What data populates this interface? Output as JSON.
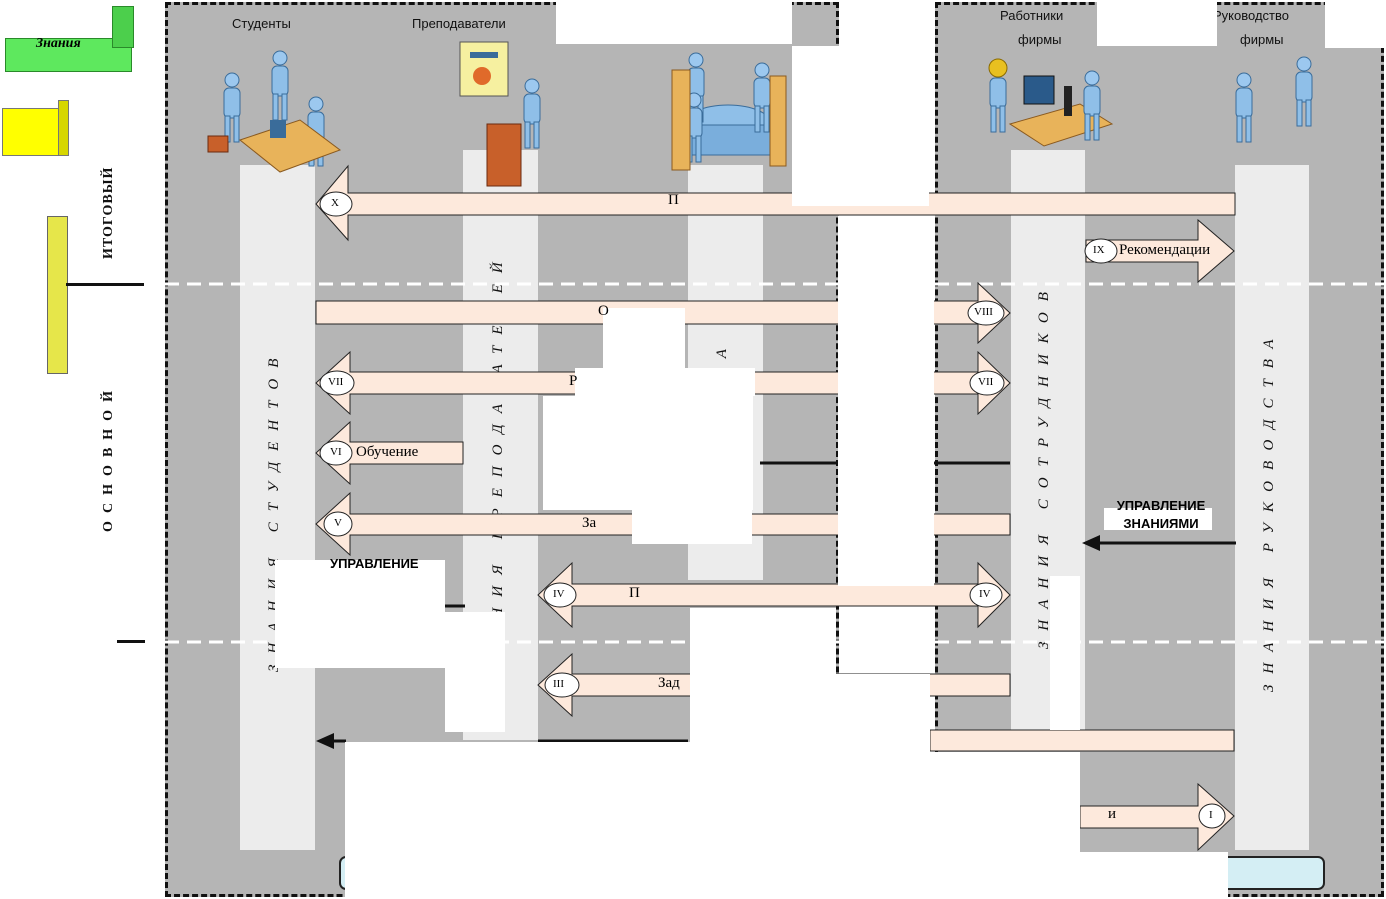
{
  "lanes": {
    "students_head": "Студенты",
    "teachers_head": "Преподаватели",
    "staff_head": "Работники",
    "management_head": "Руководство",
    "staff_sub": "фирмы",
    "management_sub": "фирмы",
    "students_text": "ЗНАНИЯ СТУДЕНТОВ",
    "teachers_text": "ЗНАНИЯ ПРЕПОДАВАТЕЛЕЙ",
    "council_text": "РЕСА",
    "staff_text": "ЗНАНИЯ СОТРУДНИКОВ",
    "management_text": "ЗНАНИЯ РУКОВОДСТВА"
  },
  "legend": {
    "green_label": "Знания",
    "left_word_top": "ИТОГОВЫЙ",
    "left_word_bottom": "ОСНОВНОЙ"
  },
  "arrows": {
    "x": {
      "num": "X",
      "text": "П"
    },
    "ix": {
      "num": "IX",
      "text": "Рекомендации"
    },
    "viii": {
      "num": "VIII",
      "text": "О"
    },
    "vii": {
      "num": "VII",
      "text": "Р"
    },
    "vii_right": {
      "num": "VII"
    },
    "vi": {
      "num": "VI",
      "text": "Обучение"
    },
    "v": {
      "num": "V",
      "text": "За"
    },
    "iv": {
      "num": "IV",
      "text": "П"
    },
    "iv_right": {
      "num": "IV"
    },
    "iii": {
      "num": "III",
      "text": "Зад"
    },
    "i": {
      "num": "I",
      "text": "и"
    }
  },
  "km_labels": {
    "right": "УПРАВЛЕНИЕ ЗНАНИЯМИ",
    "left": "УПРАВЛЕНИЕ"
  },
  "colors": {
    "panel": "#b5b5b5",
    "lane": "#ececec",
    "arrow_fill": "#fde9dc",
    "green": "#5ee85e",
    "yellow": "#ffff00",
    "figure": "#8fbfe8"
  }
}
